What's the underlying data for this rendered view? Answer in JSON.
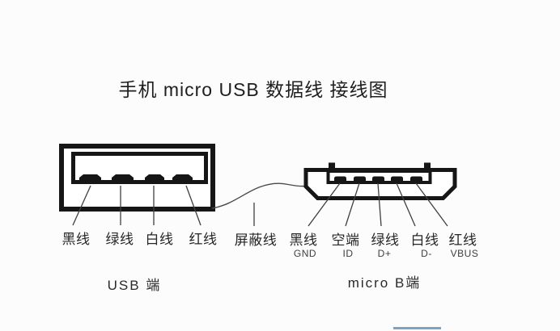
{
  "title": "手机 micro USB 数据线 接线图",
  "usb_end": {
    "section_label": "USB 端",
    "wires": [
      {
        "label": "黑线"
      },
      {
        "label": "绿线"
      },
      {
        "label": "白线"
      },
      {
        "label": "红线"
      }
    ]
  },
  "cable": {
    "shield_label": "屏蔽线"
  },
  "micro_end": {
    "section_label": "micro B端",
    "wires": [
      {
        "label": "黑线",
        "signal": "GND"
      },
      {
        "label": "空端",
        "signal": "ID"
      },
      {
        "label": "绿线",
        "signal": "D+"
      },
      {
        "label": "白线",
        "signal": "D-"
      },
      {
        "label": "红线",
        "signal": "VBUS"
      }
    ]
  },
  "colors": {
    "ink": "#161616",
    "pointer_line": "#3f3f3f",
    "accent_blue": "#7ba3c6",
    "background": "#fcfcfc"
  }
}
